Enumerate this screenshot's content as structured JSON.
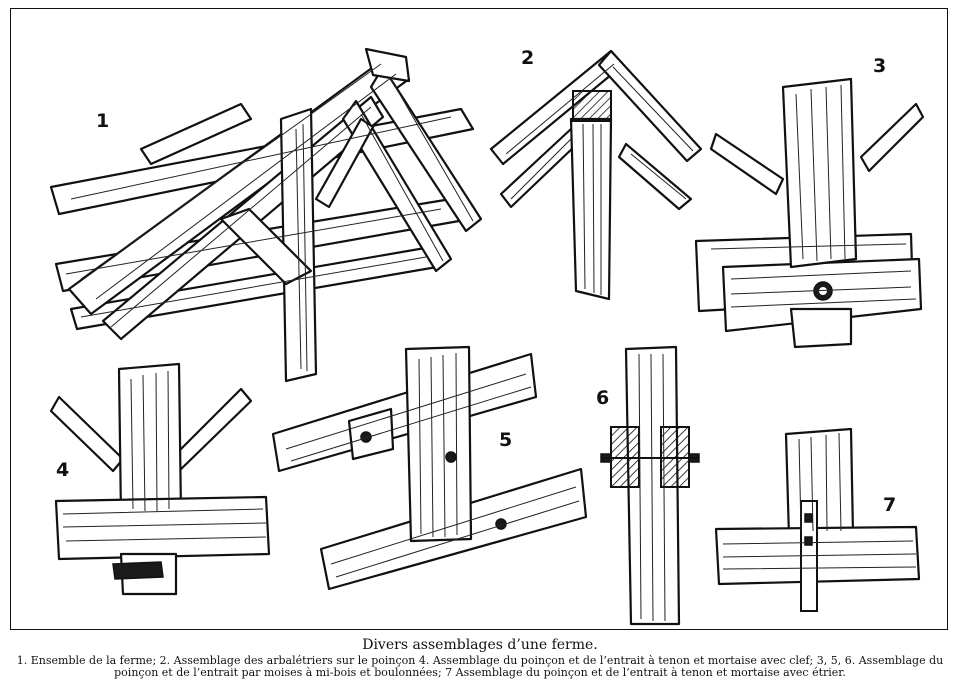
{
  "figure": {
    "labels": [
      "1",
      "2",
      "3",
      "4",
      "5",
      "6",
      "7"
    ],
    "caption_title": "Divers assemblages d’une ferme.",
    "caption_text": "1. Ensemble de la ferme; 2. Assemblage des arbalétriers sur le poinçon 4. Assemblage du poinçon et de l’entrait à tenon et mortaise avec clef; 3, 5, 6. Assemblage du poinçon et de l’entrait par moises à mi-bois et boulonnées; 7 Assemblage du poinçon et de l’entrait à tenon et mortaise avec étrier."
  }
}
